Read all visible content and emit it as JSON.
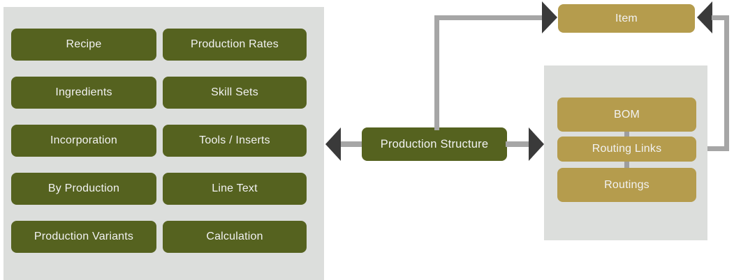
{
  "diagram": {
    "title": "Production Structure",
    "colors": {
      "green": "#55621f",
      "gold": "#b59c4d",
      "panel": "#dcdedc",
      "connector": "#a6a6a6",
      "arrow": "#3a3a3a",
      "label": "#f2f2f2",
      "background": "#ffffff"
    }
  },
  "left_panel": {
    "items": [
      {
        "label": "Recipe"
      },
      {
        "label": "Production Rates"
      },
      {
        "label": "Ingredients"
      },
      {
        "label": "Skill Sets"
      },
      {
        "label": "Incorporation"
      },
      {
        "label": "Tools / Inserts"
      },
      {
        "label": "By Production"
      },
      {
        "label": "Line Text"
      },
      {
        "label": "Production Variants"
      },
      {
        "label": "Calculation"
      }
    ]
  },
  "center": {
    "node": {
      "label": "Production Structure"
    }
  },
  "right": {
    "item": {
      "label": "Item"
    },
    "panel_items": [
      {
        "label": "BOM"
      },
      {
        "label": "Routing Links"
      },
      {
        "label": "Routings"
      }
    ]
  }
}
